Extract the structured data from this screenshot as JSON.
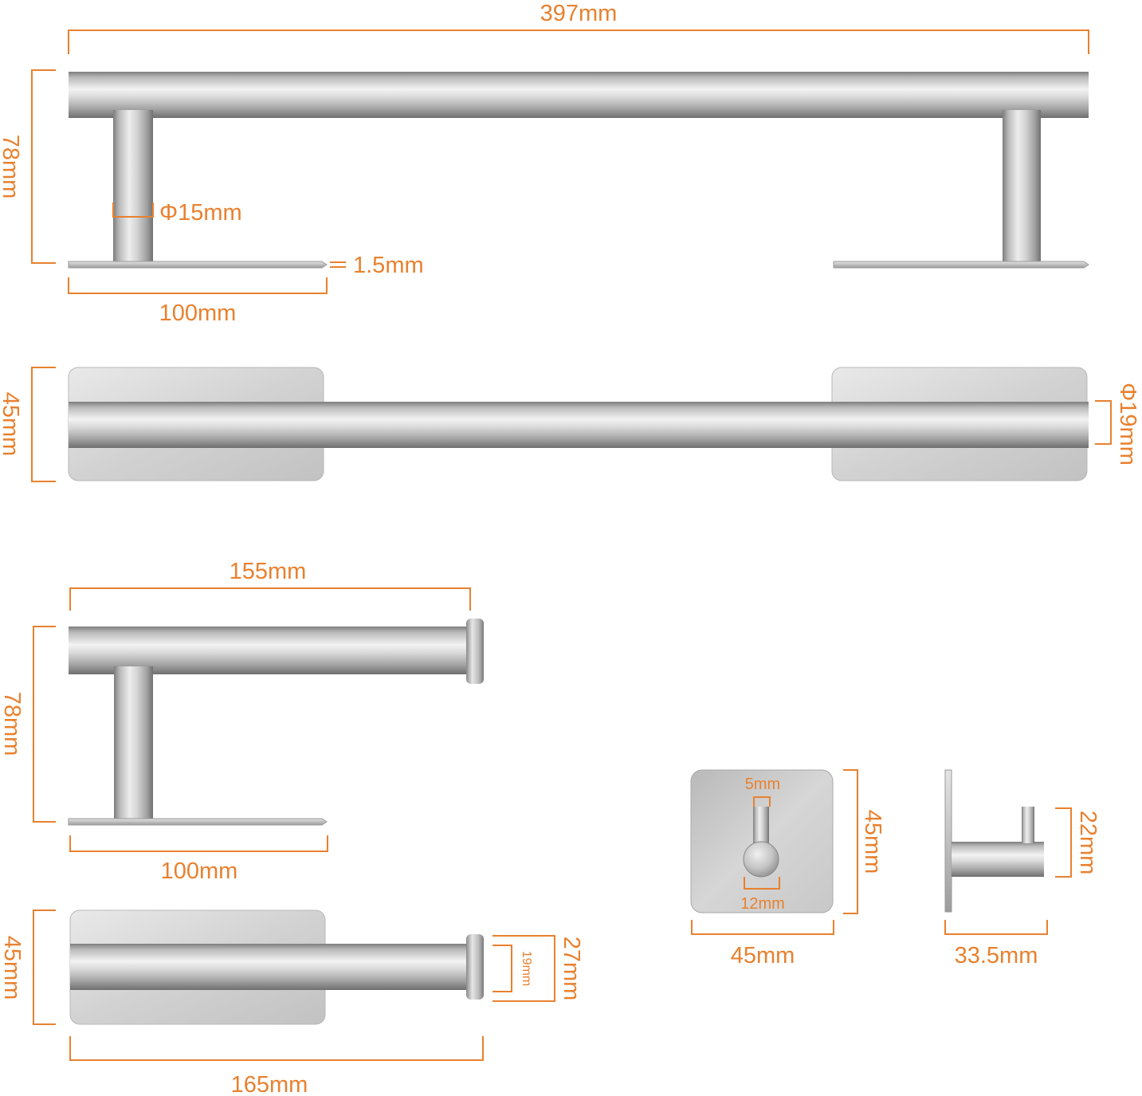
{
  "colors": {
    "dimension": "#E8812F",
    "metal_light": "#eeeeee",
    "metal_mid": "#c4c4c4",
    "metal_dark": "#8a8a8a",
    "background": "#ffffff"
  },
  "towel_bar": {
    "front_view": {
      "overall_length": "397mm",
      "height": "78mm",
      "post_diameter": "Φ15mm",
      "plate_thickness": "1.5mm",
      "plate_length": "100mm"
    },
    "top_view": {
      "depth": "45mm",
      "bar_diameter": "Φ19mm"
    }
  },
  "paper_holder": {
    "front_view": {
      "length": "155mm",
      "height": "78mm",
      "plate_length": "100mm"
    },
    "top_view": {
      "depth": "45mm",
      "overall_length": "165mm",
      "cap_diameter": "27mm",
      "rod_diameter": "19mm"
    }
  },
  "hook": {
    "front_view": {
      "plate_height": "45mm",
      "plate_width": "45mm",
      "pin_diameter": "5mm",
      "knob_diameter": "12mm"
    },
    "side_view": {
      "height": "22mm",
      "projection": "33.5mm"
    }
  }
}
